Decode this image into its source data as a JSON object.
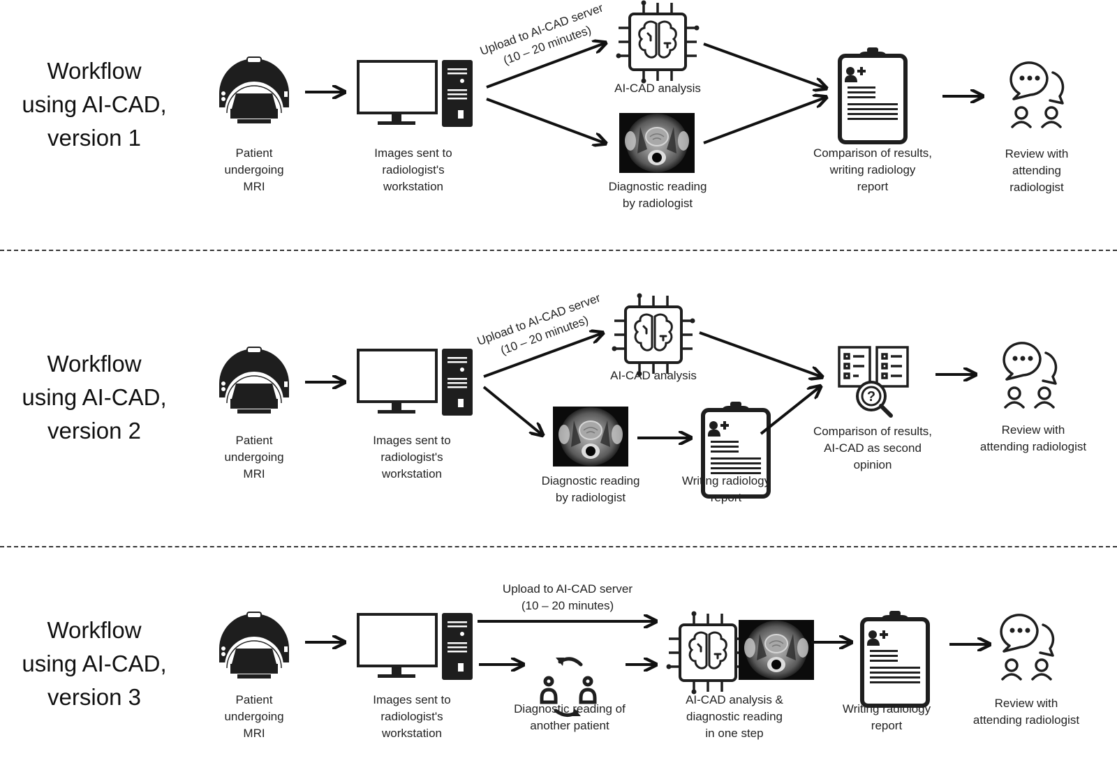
{
  "workflows": [
    {
      "title": "Workflow using AI-CAD, version 1",
      "title_lines": [
        "Workflow",
        "using AI-CAD,",
        "version 1"
      ],
      "steps": {
        "mri": "Patient undergoing MRI",
        "mri_lines": [
          "Patient",
          "undergoing",
          "MRI"
        ],
        "workstation_lines": [
          "Images sent to",
          "radiologist's",
          "workstation"
        ],
        "upload_lines": [
          "Upload to AI-CAD server",
          "(10 – 20 minutes)"
        ],
        "aicad": "AI-CAD analysis",
        "reading_lines": [
          "Diagnostic reading",
          "by radiologist"
        ],
        "comparison_lines": [
          "Comparison of results,",
          "writing radiology",
          "report"
        ],
        "review_lines": [
          "Review with",
          "attending",
          "radiologist"
        ]
      }
    },
    {
      "title": "Workflow using AI-CAD, version 2",
      "title_lines": [
        "Workflow",
        "using AI-CAD,",
        "version 2"
      ],
      "steps": {
        "mri_lines": [
          "Patient",
          "undergoing",
          "MRI"
        ],
        "workstation_lines": [
          "Images sent to",
          "radiologist's",
          "workstation"
        ],
        "upload_lines": [
          "Upload to AI-CAD server",
          "(10 – 20 minutes)"
        ],
        "aicad": "AI-CAD analysis",
        "reading_lines": [
          "Diagnostic reading",
          "by radiologist"
        ],
        "writing_lines": [
          "Writing radiology",
          "report"
        ],
        "comparison_lines": [
          "Comparison of results,",
          "AI-CAD as second",
          "opinion"
        ],
        "review_lines": [
          "Review with",
          "attending radiologist"
        ]
      }
    },
    {
      "title": "Workflow using AI-CAD, version 3",
      "title_lines": [
        "Workflow",
        "using AI-CAD,",
        "version 3"
      ],
      "steps": {
        "mri_lines": [
          "Patient",
          "undergoing",
          "MRI"
        ],
        "workstation_lines": [
          "Images sent to",
          "radiologist's",
          "workstation"
        ],
        "upload_lines": [
          "Upload to AI-CAD server",
          "(10 – 20 minutes)"
        ],
        "other_patient_lines": [
          "Diagnostic reading of",
          "another patient"
        ],
        "combined_lines": [
          "AI-CAD analysis &",
          "diagnostic reading",
          "in one step"
        ],
        "writing_lines": [
          "Writing radiology",
          "report"
        ],
        "review_lines": [
          "Review with",
          "attending radiologist"
        ]
      }
    }
  ],
  "icons": {
    "mri": "mri-scanner-icon",
    "workstation": "computer-workstation-icon",
    "aicad": "ai-brain-chip-icon",
    "reading": "prostate-mri-image",
    "report": "clipboard-report-icon",
    "comparison": "compare-documents-magnifier-icon",
    "review": "discussion-people-icon",
    "another_patient": "people-cycle-icon"
  },
  "colors": {
    "ink": "#111111",
    "background": "#ffffff"
  }
}
